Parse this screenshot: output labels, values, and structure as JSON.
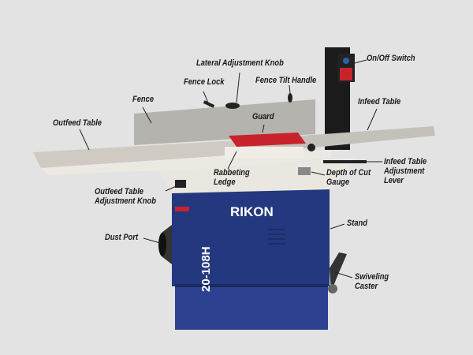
{
  "brand": "RIKON",
  "model": "20-108H",
  "colors": {
    "background": "#e3e3e3",
    "stand_blue": "#24387f",
    "guard_red": "#c8232c",
    "table_silver": "#c9c6bf"
  },
  "labels": {
    "lateral_adjustment_knob": "Lateral Adjustment Knob",
    "on_off_switch": "On/Off Switch",
    "fence_lock": "Fence Lock",
    "fence_tilt_handle": "Fence Tilt Handle",
    "fence": "Fence",
    "infeed_table": "Infeed Table",
    "outfeed_table": "Outfeed Table",
    "guard": "Guard",
    "infeed_table_adjustment_lever": [
      "Infeed Table",
      "Adjustment",
      "Lever"
    ],
    "depth_of_cut_gauge": [
      "Depth of Cut",
      "Gauge"
    ],
    "rabbeting_ledge": [
      "Rabbeting",
      "Ledge"
    ],
    "outfeed_table_adjustment_knob": [
      "Outfeed Table",
      "Adjustment Knob"
    ],
    "dust_port": "Dust Port",
    "stand": "Stand",
    "swiveling_caster": [
      "Swiveling",
      "Caster"
    ]
  }
}
